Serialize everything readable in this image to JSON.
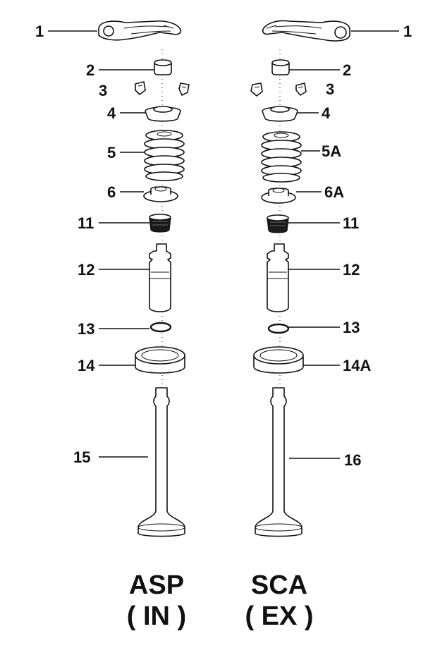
{
  "left_column": {
    "labels": [
      "1",
      "2",
      "3",
      "4",
      "5",
      "6",
      "11",
      "12",
      "13",
      "14",
      "15"
    ],
    "caption_line1": "ASP",
    "caption_line2": "( IN )"
  },
  "right_column": {
    "labels": [
      "1",
      "2",
      "3",
      "4",
      "5A",
      "6A",
      "11",
      "12",
      "13",
      "14A",
      "16"
    ],
    "caption_line1": "SCA",
    "caption_line2": "( EX )"
  },
  "parts": [
    {
      "left": "1",
      "right": "1",
      "name": "rocker-arm"
    },
    {
      "left": "2",
      "right": "2",
      "name": "valve-cap"
    },
    {
      "left": "3",
      "right": "3",
      "name": "valve-keepers"
    },
    {
      "left": "4",
      "right": "4",
      "name": "spring-retainer"
    },
    {
      "left": "5",
      "right": "5A",
      "name": "valve-spring"
    },
    {
      "left": "6",
      "right": "6A",
      "name": "spring-seat"
    },
    {
      "left": "11",
      "right": "11",
      "name": "valve-stem-seal"
    },
    {
      "left": "12",
      "right": "12",
      "name": "valve-guide"
    },
    {
      "left": "13",
      "right": "13",
      "name": "circlip"
    },
    {
      "left": "14",
      "right": "14A",
      "name": "valve-seat-insert"
    },
    {
      "left": "15",
      "right": "16",
      "name": "valve"
    }
  ]
}
